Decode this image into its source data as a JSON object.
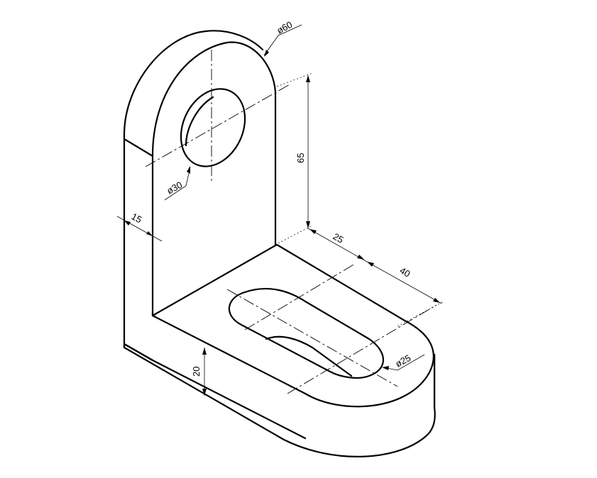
{
  "dimensions": {
    "hole_diameter": "ø30",
    "upright_top_diameter": "ø60",
    "upright_height": "65",
    "upright_thickness": "15",
    "base_thickness": "20",
    "slot_offset": "25",
    "slot_length": "40",
    "slot_width": "ø25"
  },
  "colors": {
    "line": "#000000",
    "background": "#ffffff"
  }
}
